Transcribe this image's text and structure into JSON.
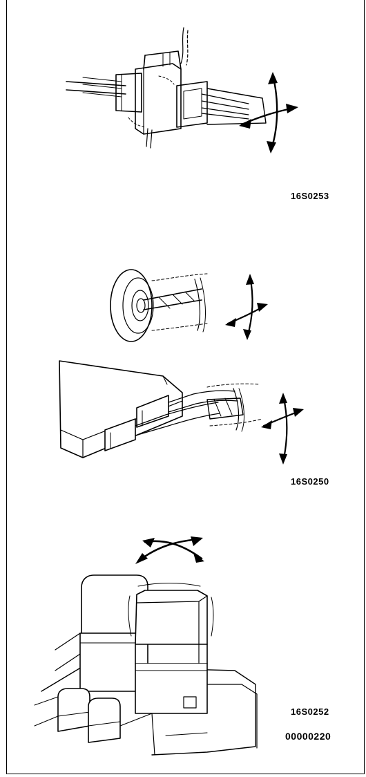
{
  "figures": [
    {
      "code": "16S0253"
    },
    {
      "code": "16S0250"
    },
    {
      "code": "16S0252"
    }
  ],
  "page_code": "00000220"
}
